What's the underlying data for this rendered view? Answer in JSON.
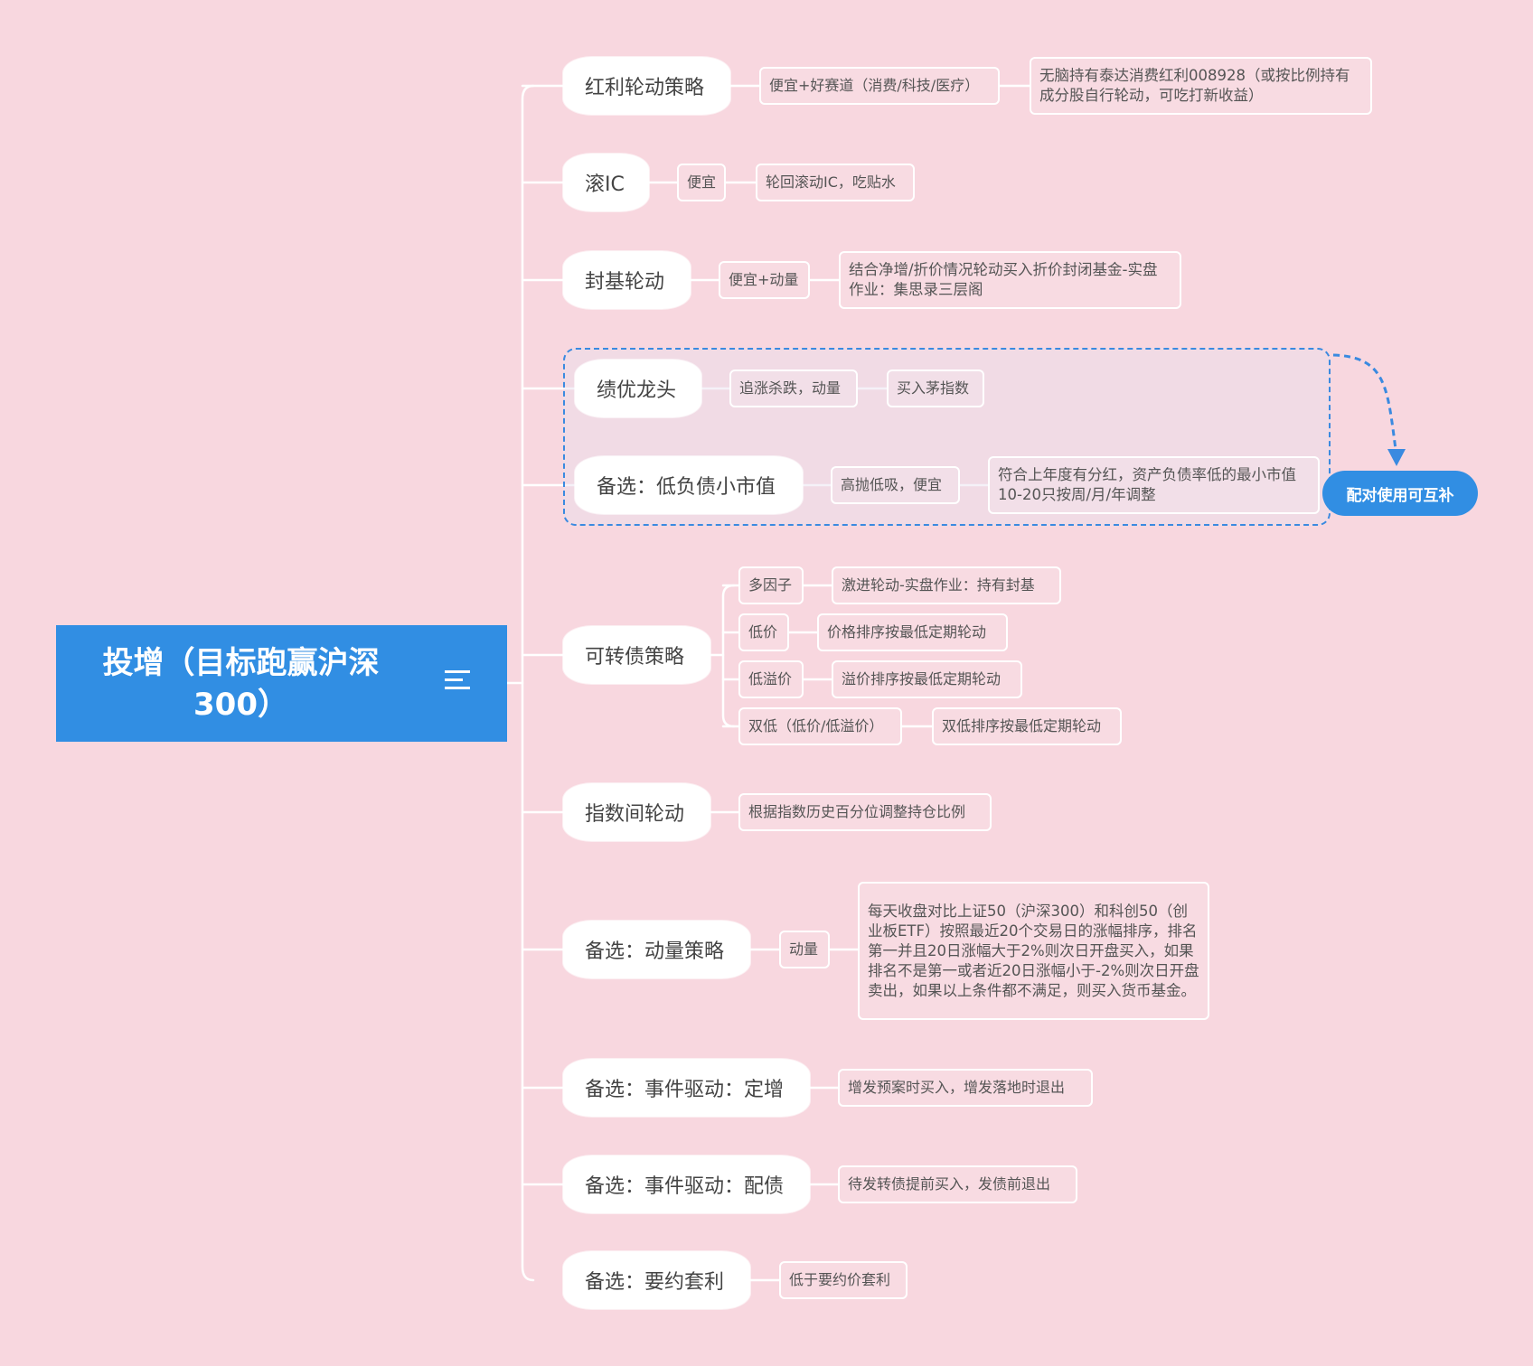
{
  "root": {
    "title": "投增（目标跑赢沪深300）",
    "icon": "menu-lines-icon"
  },
  "colors": {
    "background": "#f8d7df",
    "root": "#318ee3",
    "boundary": "#3a8ae0",
    "line": "#ffffff"
  },
  "branches": [
    {
      "label": "红利轮动策略",
      "detail": "便宜+好赛道（消费/科技/医疗）",
      "note": "无脑持有泰达消费红利008928（或按比例持有成分股自行轮动，可吃打新收益）"
    },
    {
      "label": "滚IC",
      "detail": "便宜",
      "note": "轮回滚动IC，吃贴水"
    },
    {
      "label": "封基轮动",
      "detail": "便宜+动量",
      "note": "结合净增/折价情况轮动买入折价封闭基金-实盘作业：集思录三层阁"
    },
    {
      "label": "绩优龙头",
      "detail": "追涨杀跌，动量",
      "note": "买入茅指数"
    },
    {
      "label": "备选：低负债小市值",
      "detail": "高抛低吸，便宜",
      "note": "符合上年度有分红，资产负债率低的最小市值10-20只按周/月/年调整"
    },
    {
      "label": "可转债策略",
      "children": [
        {
          "label": "多因子",
          "note": "激进轮动-实盘作业：持有封基"
        },
        {
          "label": "低价",
          "note": "价格排序按最低定期轮动"
        },
        {
          "label": "低溢价",
          "note": "溢价排序按最低定期轮动"
        },
        {
          "label": "双低（低价/低溢价）",
          "note": "双低排序按最低定期轮动"
        }
      ]
    },
    {
      "label": "指数间轮动",
      "detail": "根据指数历史百分位调整持仓比例"
    },
    {
      "label": "备选：动量策略",
      "detail": "动量",
      "note": "每天收盘对比上证50（沪深300）和科创50（创业板ETF）按照最近20个交易日的涨幅排序，排名第一并且20日涨幅大于2%则次日开盘买入，如果排名不是第一或者近20日涨幅小于-2%则次日开盘卖出，如果以上条件都不满足，则买入货币基金。"
    },
    {
      "label": "备选：事件驱动：定增",
      "detail": "增发预案时买入，增发落地时退出"
    },
    {
      "label": "备选：事件驱动：配债",
      "detail": "待发转债提前买入，发债前退出"
    },
    {
      "label": "备选：要约套利",
      "detail": "低于要约价套利"
    }
  ],
  "callout": {
    "label": "配对使用可互补"
  }
}
